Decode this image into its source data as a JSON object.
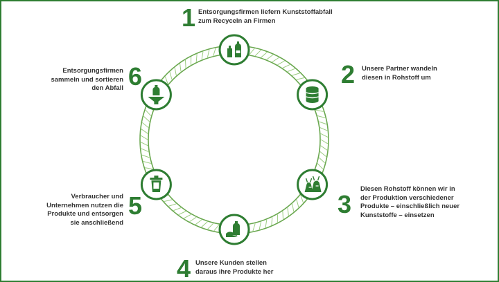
{
  "colors": {
    "accent": "#2e7d32",
    "ring": "#6aa84f",
    "text": "#333333"
  },
  "steps": [
    {
      "number": "1",
      "lines": [
        "Entsorgungsfirmen liefern Kunststoffabfall",
        "zum Recyceln an Firmen"
      ],
      "icon": "bottles-icon"
    },
    {
      "number": "2",
      "lines": [
        "Unsere Partner wandeln",
        "diesen in Rohstoff um"
      ],
      "icon": "barrel-icon"
    },
    {
      "number": "3",
      "lines": [
        "Diesen Rohstoff können wir in",
        "der Produktion verschiedener",
        "Produkte – einschließlich neuer",
        "Kunststoffe – einsetzen"
      ],
      "icon": "bags-icon"
    },
    {
      "number": "4",
      "lines": [
        "Unsere Kunden stellen",
        "daraus ihre Produkte her"
      ],
      "icon": "hand-bottle-icon"
    },
    {
      "number": "5",
      "lines": [
        "Verbraucher und",
        "Unternehmen nutzen die",
        "Produkte und entsorgen",
        "sie anschließend"
      ],
      "icon": "trash-bin-icon"
    },
    {
      "number": "6",
      "lines": [
        "Entsorgungsfirmen",
        "sammeln und sortieren",
        "den Abfall"
      ],
      "icon": "bottle-funnel-icon"
    }
  ]
}
